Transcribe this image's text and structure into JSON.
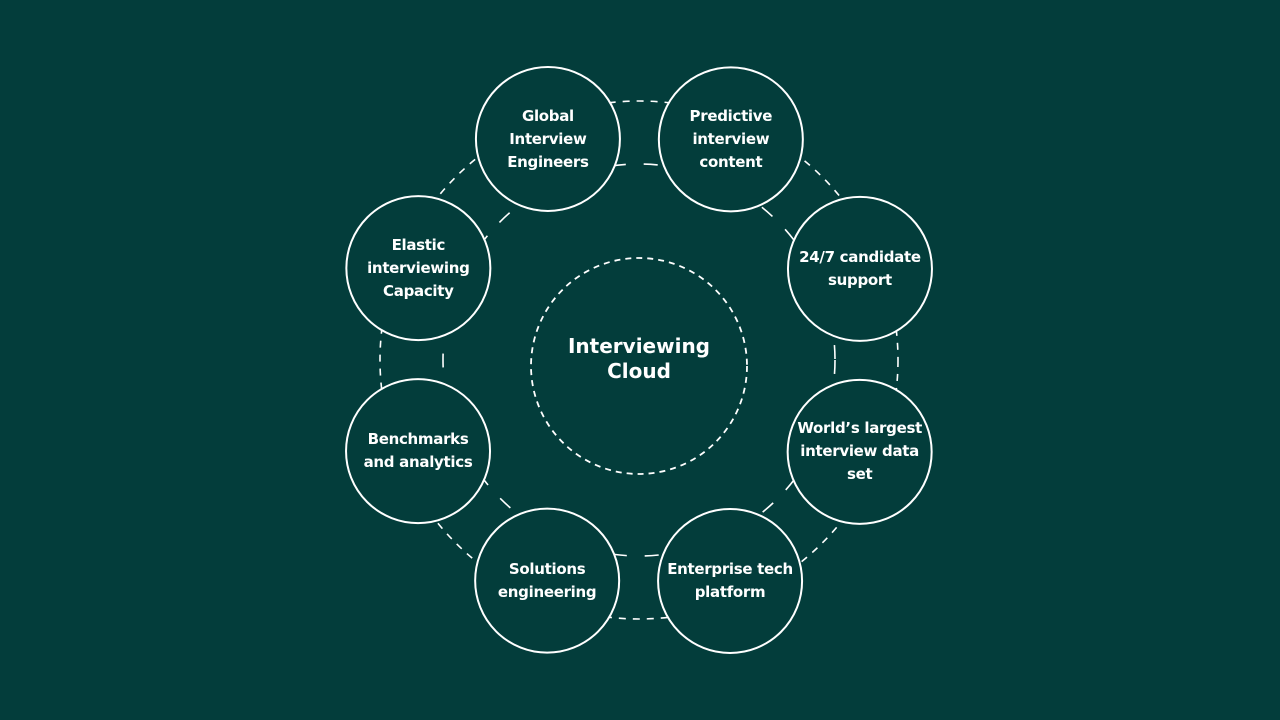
{
  "center": {
    "label_line1": "Interviewing",
    "label_line2": "Cloud"
  },
  "nodes": [
    {
      "label": "Global Interview Engineers"
    },
    {
      "label": "Predictive interview content"
    },
    {
      "label": "24/7 candidate support"
    },
    {
      "label": "World’s largest interview data set"
    },
    {
      "label": "Enterprise tech platform"
    },
    {
      "label": "Solutions engineering"
    },
    {
      "label": "Benchmarks and analytics"
    },
    {
      "label": "Elastic interviewing Capacity"
    }
  ],
  "colors": {
    "background": "#033d3b",
    "line": "#ffffff"
  }
}
